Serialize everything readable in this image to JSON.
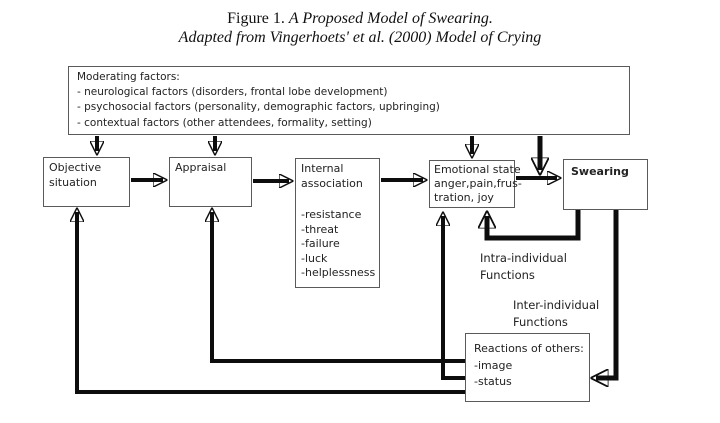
{
  "title": {
    "figure_label": "Figure 1.",
    "line1_italic": "A Proposed Model of Swearing.",
    "line2_italic": "Adapted from Vingerhoets' et al. (2000) Model of Crying"
  },
  "boxes": {
    "moderating_factors": {
      "heading": "Moderating factors:",
      "items": [
        "- neurological factors (disorders, frontal lobe development)",
        "- psychosocial factors (personality, demographic factors, upbringing)",
        "- contextual factors (other attendees, formality, setting)"
      ]
    },
    "objective_situation": {
      "label": "Objective situation"
    },
    "appraisal": {
      "label": "Appraisal"
    },
    "internal_association": {
      "heading": "Internal association",
      "items": [
        "-resistance",
        "-threat",
        "-failure",
        "-luck",
        "-helplessness"
      ]
    },
    "emotional_state": {
      "lines": [
        "Emotional state",
        "anger,pain,frus-",
        "tration, joy"
      ]
    },
    "swearing": {
      "label": "Swearing"
    },
    "reactions_of_others": {
      "heading": "Reactions of others:",
      "items": [
        "-image",
        "-status"
      ]
    }
  },
  "annotations": {
    "intra_individual": {
      "line1": "Intra-individual",
      "line2": "Functions"
    },
    "inter_individual": {
      "line1": "Inter-individual",
      "line2": "Functions"
    }
  },
  "edges": [
    {
      "from": "moderating-factors",
      "to": "objective-situation"
    },
    {
      "from": "moderating-factors",
      "to": "appraisal"
    },
    {
      "from": "moderating-factors",
      "to": "emotional-state"
    },
    {
      "from": "moderating-factors",
      "to": "emotional-state-swearing-link"
    },
    {
      "from": "objective-situation",
      "to": "appraisal"
    },
    {
      "from": "appraisal",
      "to": "internal-association"
    },
    {
      "from": "internal-association",
      "to": "emotional-state"
    },
    {
      "from": "emotional-state",
      "to": "swearing"
    },
    {
      "from": "swearing",
      "to": "emotional-state",
      "meaning": "intra-individual functions feedback"
    },
    {
      "from": "swearing",
      "to": "reactions-of-others",
      "meaning": "inter-individual functions"
    },
    {
      "from": "reactions-of-others",
      "to": "emotional-state"
    },
    {
      "from": "reactions-of-others",
      "to": "appraisal"
    },
    {
      "from": "reactions-of-others",
      "to": "objective-situation"
    }
  ],
  "colors": {
    "line": "#0d0d0d",
    "border": "#5a5a5a",
    "background": "#ffffff",
    "text": "#1a1a1a"
  }
}
